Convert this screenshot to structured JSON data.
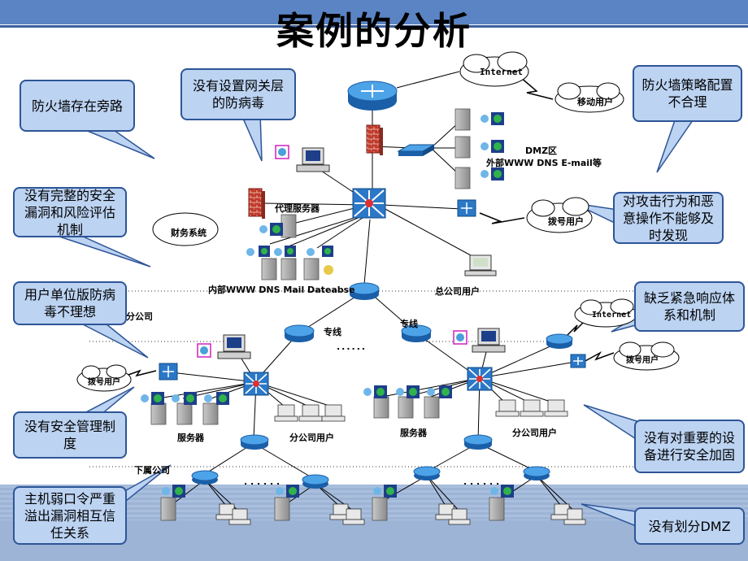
{
  "title": "案例的分析",
  "callouts": {
    "firewall_bypass": "防火墙存在旁路",
    "no_gateway_av": "没有设置网关层的防病毒",
    "firewall_policy": "防火墙策略配置不合理",
    "no_assessment": "没有完整的安全漏洞和风险评估机制",
    "no_response_attack": "对攻击行为和恶意操作不能够及时发现",
    "av_single": "用户单位版防病毒不理想",
    "no_emergency": "缺乏紧急响应体系和机制",
    "no_mgmt": "没有安全管理制度",
    "no_hardening": "没有对重要的设备进行安全加固",
    "weak_password": "主机弱口令严重溢出漏洞相互信任关系",
    "no_dmz": "没有划分DMZ"
  },
  "labels": {
    "internet_top": "Internet",
    "mobile_user": "移动用户",
    "dmz": "DMZ区",
    "dmz_services": "外部WWW DNS E-mail等",
    "proxy_server": "代理服务器",
    "finance": "财务系统",
    "dialup_user_top": "拨号用户",
    "internal_services": "内部WWW DNS Mail Dateabse",
    "hq_users": "总公司用户",
    "branch": "分公司",
    "leased_line_left": "专线",
    "leased_line_right": "专线",
    "dots_mid": "......",
    "internet_right": "Internet",
    "dialup_user_right": "拨号用户",
    "dialup_user_left": "拨号用户",
    "servers_left": "服务器",
    "branch_users_left": "分公司用户",
    "servers_right": "服务器",
    "branch_users_right": "分公司用户",
    "subsidiary": "下属公司",
    "dots_bottom_left": ". . . . . .",
    "dots_bottom_right": ". . . . . ."
  }
}
